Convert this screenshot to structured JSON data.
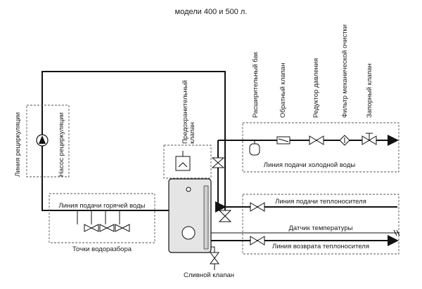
{
  "title": "модели 400 и 500 л.",
  "labels": {
    "recirc_line": "Линия рециркуляции",
    "recirc_pump": "Насос рециркуляции",
    "safety_valve_1": "Предохранительный",
    "safety_valve_2": "клапан",
    "expansion_tank": "Расширительный бак",
    "check_valve": "Обратный клапан",
    "pressure_reducer": "Редуктор давления",
    "mech_filter": "Фильтр механической очистки",
    "shutoff_valve": "Запорный клапан",
    "cold_water_line": "Линия подачи холодной воды",
    "hot_water_line": "Линия подачи горячей воды",
    "draw_points": "Точки водоразбора",
    "heat_supply_line": "Линия подачи теплоносителя",
    "temp_sensor": "Датчик температуры",
    "heat_return_line": "Линия возврата теплоносителя",
    "drain_valve": "Сливной клапан"
  }
}
